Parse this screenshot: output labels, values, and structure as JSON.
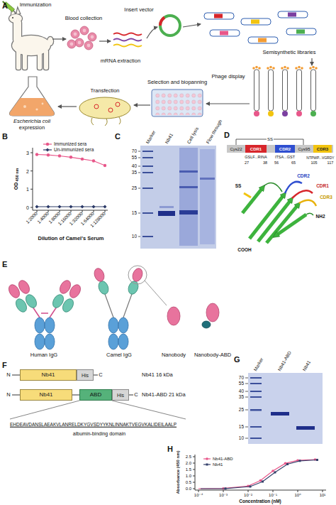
{
  "diagram": {
    "nodes": [
      {
        "text": [
          "CDR1"
        ]
      },
      {
        "text": [
          "CDR2"
        ]
      },
      {
        "text": [
          "CDR3"
        ]
      },
      {
        "text": [
          "Nb41"
        ]
      },
      {
        "text": [
          "His"
        ]
      },
      {
        "text": [
          "Nb41"
        ]
      },
      {
        "text": [
          "ABD"
        ]
      },
      {
        "text": [
          "His"
        ]
      }
    ],
    "edges": [
      {
        "from": 5,
        "to": 6,
        "arrow": "none"
      }
    ],
    "labels": [
      "A",
      "Immunization",
      "Blood collection",
      "Insert vector",
      "mRNA extraction",
      "Semisynthetic libraries",
      "Phage display",
      "Selection and biopanning",
      "Transfection",
      "Escherichia coli",
      "expression",
      "B",
      "OD",
      "450 nm",
      "0",
      "1",
      "2",
      "3",
      "1:2000",
      "1:4000",
      "1:8000",
      "1:16000",
      "1:32000",
      "1:64000",
      "1:128000",
      "Dilution of Camel's Serum",
      "C",
      "Marker",
      "Nb41",
      "Cell lysis",
      "Flow through",
      "70",
      "55",
      "40",
      "35",
      "25",
      "15",
      "10",
      "D",
      "SS",
      "Cys22",
      "Cys95",
      "GSLF...RINA",
      "ITSA...GST",
      "NTPWP...VGRDY",
      "27",
      "38",
      "56",
      "65",
      "105",
      "117",
      "CDR2",
      "CDR1",
      "CDR3",
      "SS",
      "NH2",
      "COOH",
      "E",
      "Human IgG",
      "Camel IgG",
      "Nanobody",
      "Nanobody-ABD",
      "F",
      "N",
      "C",
      "Nb41 16 kDa",
      "N",
      "C",
      "Nb41-ABD 21 kDa",
      "EHDEAVDANSLAEAKVLANRELDKYGVSDYYKNLINNAKTVEGVKALIDEILAALP",
      "albumin-binding domain",
      "G",
      "Marker",
      "Nb41-ABD",
      "Nb41",
      "70",
      "55",
      "40",
      "35",
      "25",
      "15",
      "10",
      "H",
      "Absorbance (450 nm)",
      "0.0",
      "0.5",
      "1.0",
      "1.5",
      "2.0",
      "2.5",
      "10⁻⁴",
      "10⁻³",
      "10⁻²",
      "10⁻¹",
      "10⁰",
      "10¹",
      "Concentration (nM)"
    ],
    "legend": [
      {
        "text": "Immunized sera"
      },
      {
        "text": "Un-immunized sera"
      },
      {
        "text": "Nb41-ABD"
      },
      {
        "text": "Nb41"
      }
    ]
  }
}
